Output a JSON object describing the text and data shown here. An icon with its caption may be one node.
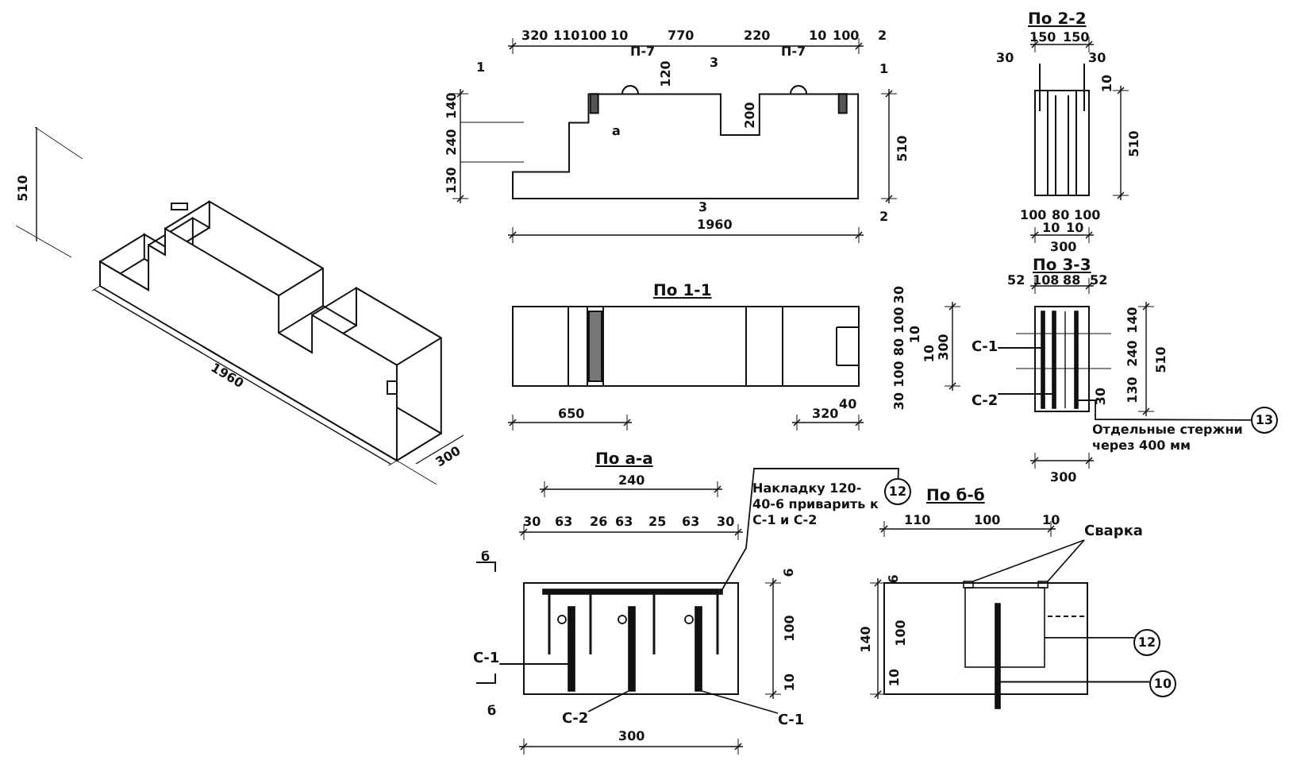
{
  "diagram": {
    "nodes": [
      {
        "text": [
          "С-1"
        ]
      },
      {
        "text": [
          "С-2"
        ]
      },
      {
        "text": [
          "13"
        ],
        "beside": [
          "Отдельные стержни через 400 мм"
        ]
      },
      {
        "text": [
          "12"
        ],
        "beside": [
          "Накладку 120-40-6 приварить к С-1 и С-2"
        ]
      },
      {
        "text": [
          "С-1"
        ]
      },
      {
        "text": [
          "С-2"
        ]
      },
      {
        "text": [
          "С-1"
        ]
      },
      {
        "text": [
          "Сварка"
        ]
      },
      {
        "text": [
          "12"
        ]
      },
      {
        "text": [
          "10"
        ]
      },
      {
        "text": [],
        "shape": "bar"
      },
      {
        "text": [],
        "shape": "bar"
      },
      {
        "text": [],
        "shape": "bar"
      },
      {
        "text": [],
        "shape": "bar"
      },
      {
        "text": [],
        "shape": "bar"
      },
      {
        "text": [],
        "shape": "bar"
      },
      {
        "text": [],
        "shape": "bar"
      },
      {
        "text": [],
        "shape": "box"
      },
      {
        "text": [],
        "shape": "box"
      },
      {
        "text": [],
        "shape": "box"
      },
      {
        "text": [],
        "shape": "bar"
      }
    ],
    "edges": [
      {
        "from": 0,
        "to": 10,
        "arrow": "none"
      },
      {
        "from": 1,
        "to": 11,
        "arrow": "none"
      },
      {
        "from": 2,
        "to": 12,
        "arrow": "none"
      },
      {
        "from": 3,
        "to": 13,
        "arrow": "none"
      },
      {
        "from": 4,
        "to": 14,
        "arrow": "none"
      },
      {
        "from": 5,
        "to": 15,
        "arrow": "none"
      },
      {
        "from": 6,
        "to": 16,
        "arrow": "none"
      },
      {
        "from": 7,
        "to": 17,
        "arrow": "none"
      },
      {
        "from": 7,
        "to": 18,
        "arrow": "none"
      },
      {
        "from": 8,
        "to": 19,
        "arrow": "none"
      },
      {
        "from": 9,
        "to": 20,
        "arrow": "none"
      }
    ],
    "labels": [
      "320",
      "110",
      "100",
      "10",
      "770",
      "220",
      "10",
      "100",
      "2",
      "1",
      "П-7",
      "120",
      "3",
      "П-7",
      "1",
      "140",
      "240",
      "130",
      "а",
      "200",
      "510",
      "3",
      "2",
      "1960",
      "510",
      "1960",
      "300",
      "По 2-2",
      "150",
      "150",
      "30",
      "30",
      "10",
      "510",
      "100",
      "80",
      "100",
      "10",
      "10",
      "300",
      "По 3-3",
      "52",
      "108",
      "88",
      "52",
      "30",
      "140",
      "240",
      "130",
      "510",
      "По 1-1",
      "30",
      "100",
      "80",
      "100",
      "10",
      "10",
      "300",
      "30",
      "40",
      "650",
      "320",
      "300",
      "По а-а",
      "240",
      "30",
      "63",
      "26",
      "63",
      "25",
      "63",
      "30",
      "б",
      "6",
      "100",
      "10",
      "б",
      "300",
      "По б-б",
      "110",
      "100",
      "10",
      "6",
      "140",
      "100",
      "10"
    ]
  }
}
